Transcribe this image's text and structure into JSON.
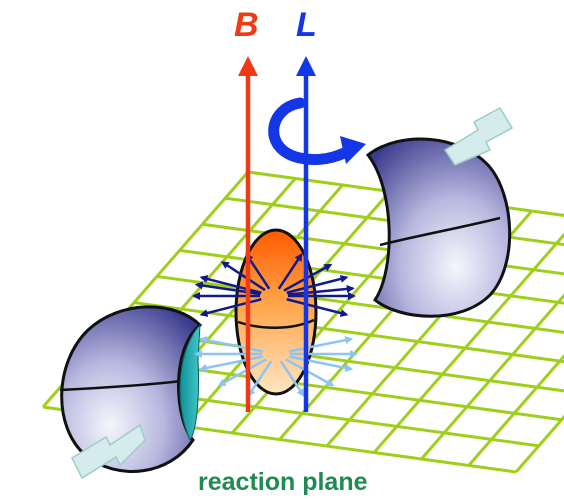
{
  "labels": {
    "b_field": "B",
    "angular_momentum": "L",
    "plane": "reaction plane"
  },
  "colors": {
    "grid": "#9fcf1a",
    "b_field": "#f03a16",
    "angular_momentum": "#1436e6",
    "plane_text": "#1f8a52",
    "flow_arrows_upper": "#101a8a",
    "flow_arrows_lower": "#8cc4f4",
    "nucleus_light": "#f4f4fb",
    "nucleus_dark": "#3c3c8e",
    "fireball_top": "#ff7a00",
    "fireball_bottom": "#ffe1b4"
  },
  "icons": {
    "rotation": "curved-rotation-arrow-icon",
    "motion": "motion-arrow-icon"
  }
}
